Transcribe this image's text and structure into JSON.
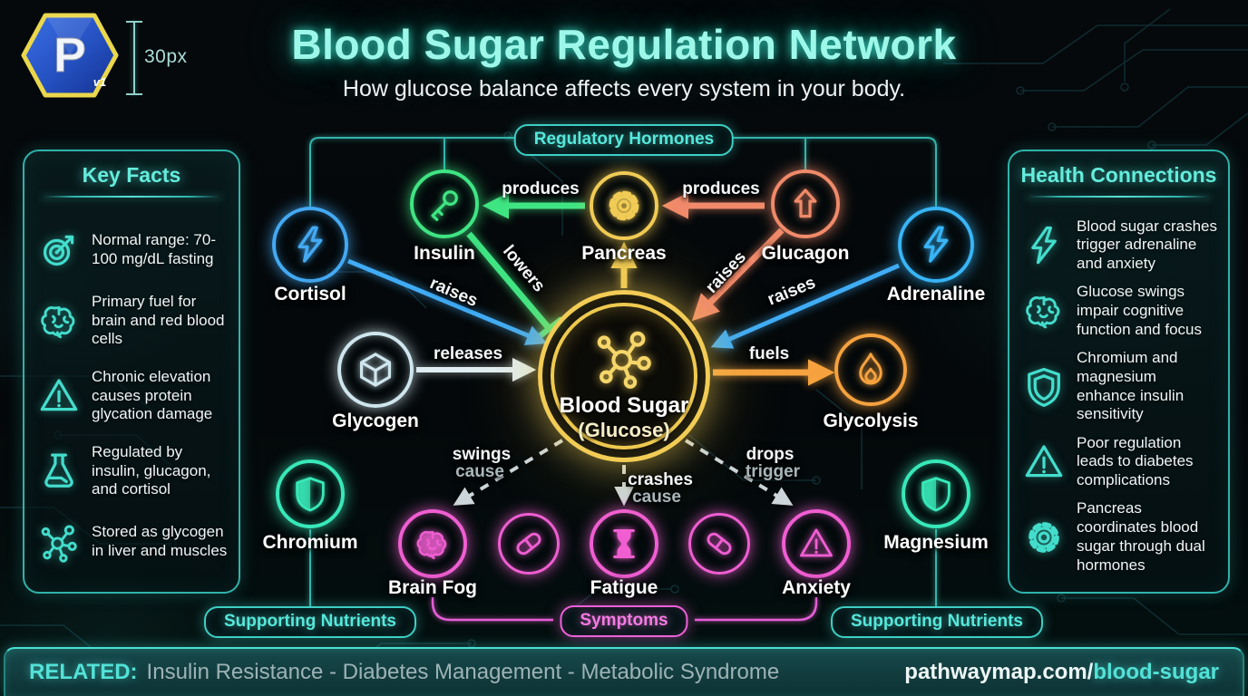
{
  "meta": {
    "logo_letter": "P",
    "brand_version": "v1",
    "measurement": "30px"
  },
  "header": {
    "title": "Blood Sugar Regulation Network",
    "subtitle": "How glucose balance affects every system in your body."
  },
  "panels": {
    "key_facts": {
      "title": "Key Facts",
      "items": [
        {
          "icon": "target-icon",
          "text": "Normal range: 70-100 mg/dL fasting"
        },
        {
          "icon": "brain-icon",
          "text": "Primary fuel for brain and red blood cells"
        },
        {
          "icon": "warning-icon",
          "text": "Chronic elevation causes protein glycation damage"
        },
        {
          "icon": "flask-icon",
          "text": "Regulated by insulin, glucagon, and cortisol"
        },
        {
          "icon": "molecule-icon",
          "text": "Stored as glycogen in liver and muscles"
        }
      ]
    },
    "health_connections": {
      "title": "Health Connections",
      "items": [
        {
          "icon": "lightning-icon",
          "text": "Blood sugar crashes trigger adrenaline and anxiety"
        },
        {
          "icon": "brain-icon",
          "text": "Glucose swings impair cognitive function and focus"
        },
        {
          "icon": "shield-icon",
          "text": "Chromium and magnesium enhance insulin sensitivity"
        },
        {
          "icon": "warning-icon",
          "text": "Poor regulation leads to diabetes complications"
        },
        {
          "icon": "gear-icon",
          "text": "Pancreas coordinates blood sugar through dual hormones"
        }
      ]
    }
  },
  "badges": {
    "regulatory_hormones": "Regulatory Hormones",
    "supporting_nutrients_left": "Supporting Nutrients",
    "supporting_nutrients_right": "Supporting Nutrients",
    "symptoms": "Symptoms"
  },
  "network": {
    "center": {
      "id": "blood-sugar",
      "label_line1": "Blood Sugar",
      "label_line2": "(Glucose)",
      "icon": "molecule-icon",
      "color": "#f2cc55"
    },
    "nodes": [
      {
        "id": "insulin",
        "label": "Insulin",
        "icon": "key-icon",
        "color": "#3fe583"
      },
      {
        "id": "pancreas",
        "label": "Pancreas",
        "icon": "gear-icon",
        "color": "#f0cb55"
      },
      {
        "id": "glucagon",
        "label": "Glucagon",
        "icon": "up-arrow-icon",
        "color": "#f08a6a"
      },
      {
        "id": "cortisol",
        "label": "Cortisol",
        "icon": "lightning-icon",
        "color": "#44a9f2"
      },
      {
        "id": "adrenaline",
        "label": "Adrenaline",
        "icon": "lightning-icon",
        "color": "#38b5f7"
      },
      {
        "id": "glycogen",
        "label": "Glycogen",
        "icon": "cube-icon",
        "color": "#cfe6ee"
      },
      {
        "id": "glycolysis",
        "label": "Glycolysis",
        "icon": "flame-icon",
        "color": "#f5a23f"
      },
      {
        "id": "chromium",
        "label": "Chromium",
        "icon": "shield-icon",
        "color": "#38e8b8"
      },
      {
        "id": "magnesium",
        "label": "Magnesium",
        "icon": "shield-icon",
        "color": "#38e8b8"
      },
      {
        "id": "brain-fog",
        "label": "Brain Fog",
        "icon": "brain-icon",
        "color": "#f05ed2"
      },
      {
        "id": "pill-left",
        "label": "",
        "icon": "pill-icon",
        "color": "#f05ed2"
      },
      {
        "id": "fatigue",
        "label": "Fatigue",
        "icon": "hourglass-icon",
        "color": "#f05ed2"
      },
      {
        "id": "pill-right",
        "label": "",
        "icon": "pill-icon",
        "color": "#f05ed2"
      },
      {
        "id": "anxiety",
        "label": "Anxiety",
        "icon": "warning-icon",
        "color": "#f05ed2"
      }
    ],
    "edges": [
      {
        "from": "pancreas",
        "to": "insulin",
        "label": "produces",
        "color": "#3fe583",
        "style": "arrow"
      },
      {
        "from": "glucagon",
        "to": "pancreas",
        "label": "produces",
        "color": "#f08a6a",
        "style": "arrow"
      },
      {
        "from": "insulin",
        "to": "blood-sugar",
        "label": "lowers",
        "color": "#3fe583",
        "style": "inhibit"
      },
      {
        "from": "glucagon",
        "to": "blood-sugar",
        "label": "raises",
        "color": "#f08a6a",
        "style": "arrow"
      },
      {
        "from": "cortisol",
        "to": "blood-sugar",
        "label": "raises",
        "color": "#44a9f2",
        "style": "arrow"
      },
      {
        "from": "adrenaline",
        "to": "blood-sugar",
        "label": "raises",
        "color": "#38b5f7",
        "style": "arrow"
      },
      {
        "from": "glycogen",
        "to": "blood-sugar",
        "label": "releases",
        "color": "#dfeef2",
        "style": "arrow"
      },
      {
        "from": "blood-sugar",
        "to": "glycolysis",
        "label": "fuels",
        "color": "#f5a23f",
        "style": "arrow"
      },
      {
        "from": "blood-sugar",
        "to": "pancreas",
        "label": "",
        "color": "#f0cb55",
        "style": "arrow"
      },
      {
        "from": "blood-sugar",
        "to": "brain-fog",
        "label": "swings",
        "sublabel": "cause",
        "color": "#ccd6da",
        "style": "dashed-arrow"
      },
      {
        "from": "blood-sugar",
        "to": "fatigue",
        "label": "crashes",
        "sublabel": "cause",
        "color": "#ccd6da",
        "style": "dashed-arrow"
      },
      {
        "from": "blood-sugar",
        "to": "anxiety",
        "label": "drops",
        "sublabel": "trigger",
        "color": "#ccd6da",
        "style": "dashed-arrow"
      }
    ]
  },
  "footer": {
    "related_label": "RELATED:",
    "related_items": "Insulin Resistance - Diabetes Management - Metabolic Syndrome",
    "url_base": "pathwaymap.com/",
    "url_slug": "blood-sugar"
  },
  "colors": {
    "background": "#05090b",
    "title_glow": "#40f0d7",
    "panel_border": "#2fb3ab",
    "green": "#3fe583",
    "yellow": "#f0cb55",
    "salmon": "#f08a6a",
    "blue": "#40acf5",
    "pale": "#dfeef2",
    "orange": "#f5a23f",
    "teal_nutrient": "#38e8b8",
    "pink": "#f05ed2",
    "footer_accent": "#52e2d7"
  }
}
